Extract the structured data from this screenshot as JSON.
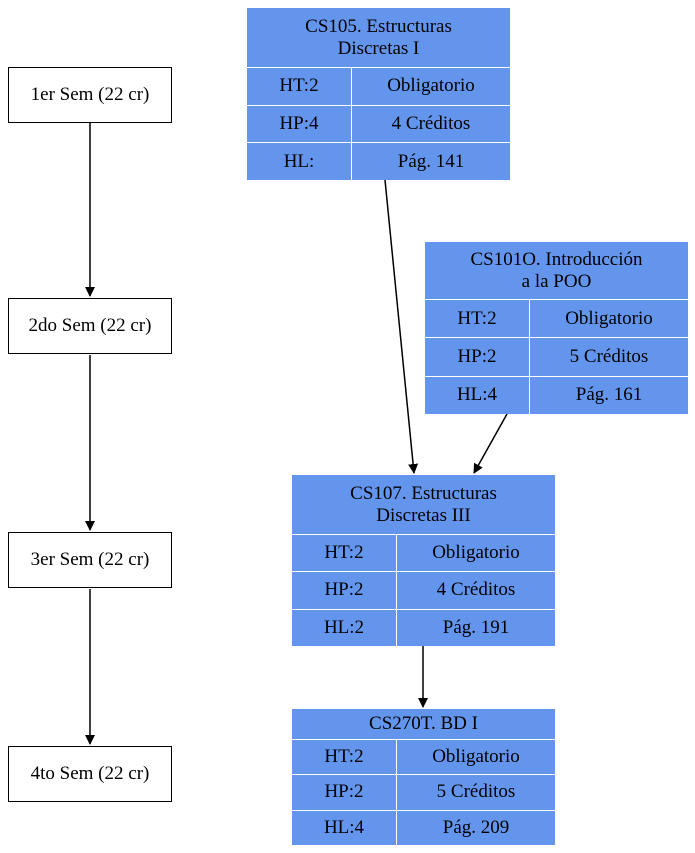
{
  "semesters": [
    {
      "label": "1er Sem (22 cr)"
    },
    {
      "label": "2do Sem (22 cr)"
    },
    {
      "label": "3er Sem (22 cr)"
    },
    {
      "label": "4to Sem (22 cr)"
    }
  ],
  "courses": [
    {
      "title": "CS105. Estructuras\nDiscretas I",
      "ht": "HT:2",
      "type": "Obligatorio",
      "hp": "HP:4",
      "credits": "4 Créditos",
      "hl": "HL:",
      "page": "Pág. 141"
    },
    {
      "title": "CS101O. Introducción\na la POO",
      "ht": "HT:2",
      "type": "Obligatorio",
      "hp": "HP:2",
      "credits": "5 Créditos",
      "hl": "HL:4",
      "page": "Pág. 161"
    },
    {
      "title": "CS107. Estructuras\nDiscretas III",
      "ht": "HT:2",
      "type": "Obligatorio",
      "hp": "HP:2",
      "credits": "4 Créditos",
      "hl": "HL:2",
      "page": "Pág. 191"
    },
    {
      "title": "CS270T. BD I",
      "ht": "HT:2",
      "type": "Obligatorio",
      "hp": "HP:2",
      "credits": "5 Créditos",
      "hl": "HL:4",
      "page": "Pág. 209"
    }
  ],
  "colors": {
    "course_fill": "#6495ed",
    "divider": "#ffffff",
    "edge": "#000000"
  }
}
